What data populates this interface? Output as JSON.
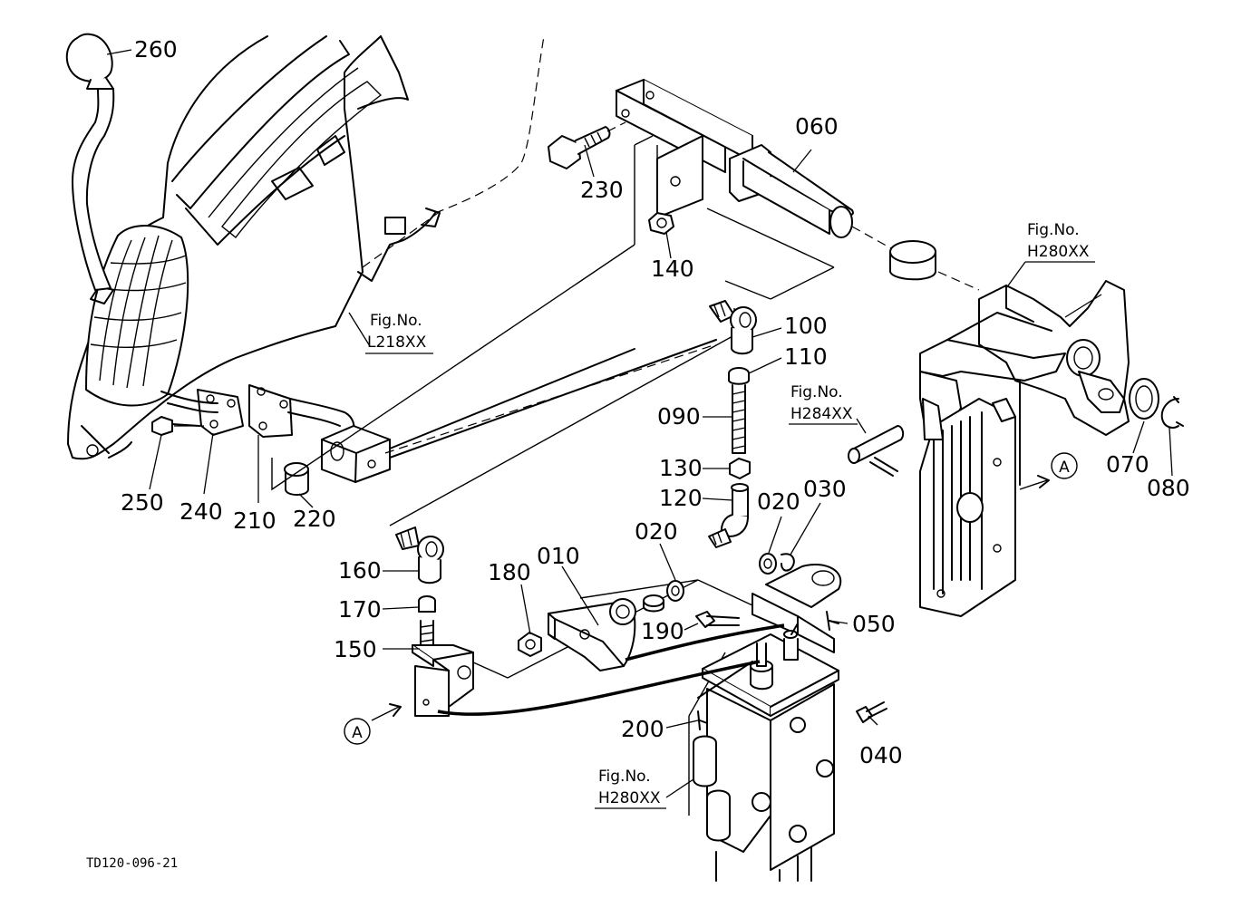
{
  "callouts": {
    "p260": "260",
    "p230": "230",
    "p060": "060",
    "p140": "140",
    "p100": "100",
    "p110": "110",
    "p090": "090",
    "p130": "130",
    "p120": "120",
    "p020a": "020",
    "p030": "030",
    "p020b": "020",
    "p010": "010",
    "p180": "180",
    "p160": "160",
    "p170": "170",
    "p150": "150",
    "p190": "190",
    "p050": "050",
    "p200": "200",
    "p040": "040",
    "p250": "250",
    "p240": "240",
    "p210": "210",
    "p220": "220",
    "p070": "070",
    "p080": "080"
  },
  "fig_refs": {
    "ref1_label": "Fig.No.",
    "ref1_code": "L218XX",
    "ref2_label": "Fig.No.",
    "ref2_code": "H280XX",
    "ref3_label": "Fig.No.",
    "ref3_code": "H284XX",
    "ref4_label": "Fig.No.",
    "ref4_code": "H280XX"
  },
  "markers": {
    "a_right": "A",
    "a_left": "A"
  },
  "drawing_code": "TD120-096-21"
}
